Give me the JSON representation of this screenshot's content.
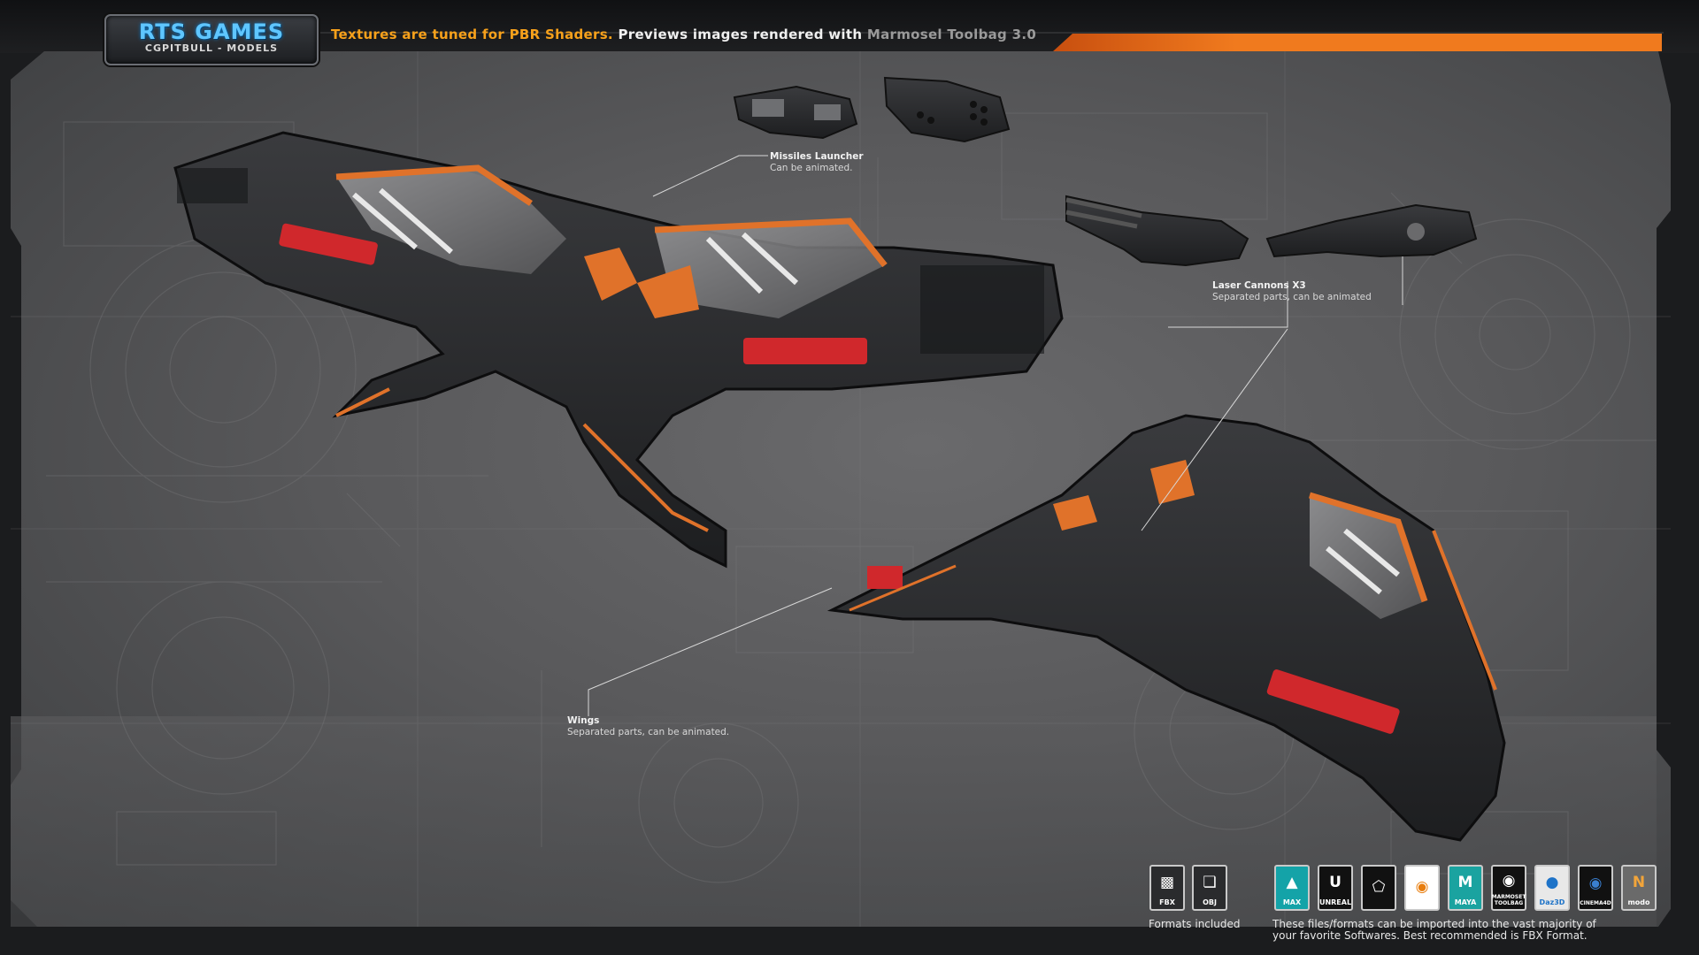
{
  "logo": {
    "title": "RTS GAMES",
    "subtitle": "CGPITBULL - MODELS"
  },
  "header": {
    "part1": "Textures are tuned for PBR Shaders.",
    "part2": " Previews images rendered with ",
    "part3": "Marmosel Toolbag 3.0"
  },
  "callouts": {
    "missiles": {
      "title": "Missiles Launcher",
      "desc": "Can be animated."
    },
    "lasers": {
      "title": "Laser Cannons X3",
      "desc": "Separated parts, can be animated"
    },
    "wings": {
      "title": "Wings",
      "desc": "Separated parts, can be animated."
    }
  },
  "formats": {
    "items": [
      {
        "label": "FBX",
        "icon": "fbx-icon"
      },
      {
        "label": "OBJ",
        "icon": "obj-icon"
      }
    ],
    "caption": "Formats included"
  },
  "software": {
    "items": [
      {
        "label": "MAX",
        "icon": "3dsmax-icon",
        "color": "#14a3a8"
      },
      {
        "label": "UNREAL",
        "icon": "unreal-icon",
        "color": "#111111"
      },
      {
        "label": "",
        "icon": "unity-icon",
        "color": "#111111"
      },
      {
        "label": "",
        "icon": "blender-icon",
        "color": "#ffffff"
      },
      {
        "label": "MAYA",
        "icon": "maya-icon",
        "color": "#1aa3a0"
      },
      {
        "label": "MARMOSET TOOLBAG",
        "icon": "marmoset-icon",
        "color": "#111111"
      },
      {
        "label": "Daz3D",
        "icon": "daz3d-icon",
        "color": "#e8e8e8"
      },
      {
        "label": "CINEMA4D",
        "icon": "cinema4d-icon",
        "color": "#111111"
      },
      {
        "label": "modo",
        "icon": "modo-icon",
        "color": "#6a6a6a"
      }
    ],
    "caption_line1": "These files/formats can be imported into the vast majority of",
    "caption_line2": "your favorite Softwares. Best recommended is FBX Format."
  },
  "colors": {
    "accent": "#f07a1e",
    "logo_blue": "#5fc6ff",
    "hull": "#2a2b2e",
    "armor_orange": "#e0722a",
    "engine_red": "#d0282c"
  }
}
